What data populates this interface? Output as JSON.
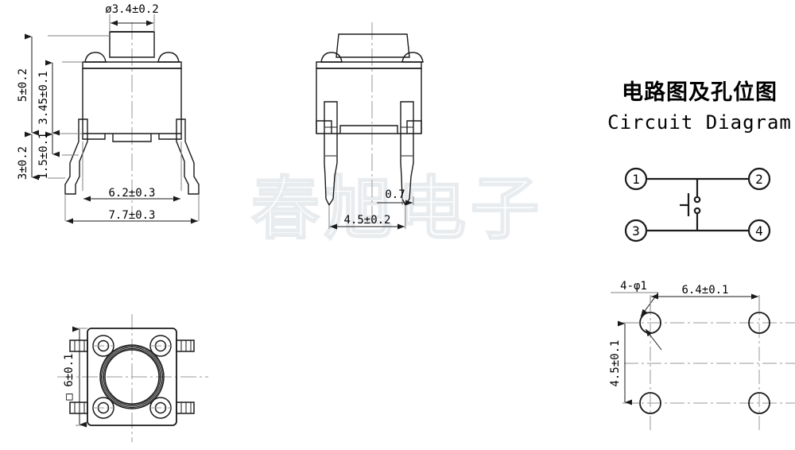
{
  "drawing": {
    "title_cn": "电路图及孔位图",
    "title_en": "Circuit Diagram",
    "watermark": "春旭电子",
    "line_color": "#1a1a1a",
    "center_line_color": "#9a9a9a",
    "watermark_color": "#eceff1"
  },
  "front_view": {
    "name": "front-elevation",
    "dims": {
      "plunger_dia": "ø3.4±0.2",
      "total_height": "5±0.2",
      "body_height": "3.45±0.1",
      "lead_step": "1.5±0.1",
      "lead_height": "3±0.2",
      "body_width": "6.2±0.3",
      "overall_width": "7.7±0.3"
    }
  },
  "side_view": {
    "name": "side-elevation",
    "dims": {
      "pin_pitch": "4.5±0.2",
      "pin_width": "0.7"
    }
  },
  "bottom_view": {
    "name": "bottom-plan",
    "dims": {
      "body_square": "□ 6±0.1"
    }
  },
  "circuit": {
    "terminals": [
      "1",
      "2",
      "3",
      "4"
    ],
    "symbol": "normally-open-push-button"
  },
  "hole_pattern": {
    "name": "pcb-hole-layout",
    "dims": {
      "hole_callout": "4-φ1",
      "horizontal_pitch": "6.4±0.1",
      "vertical_pitch": "4.5±0.1"
    }
  }
}
